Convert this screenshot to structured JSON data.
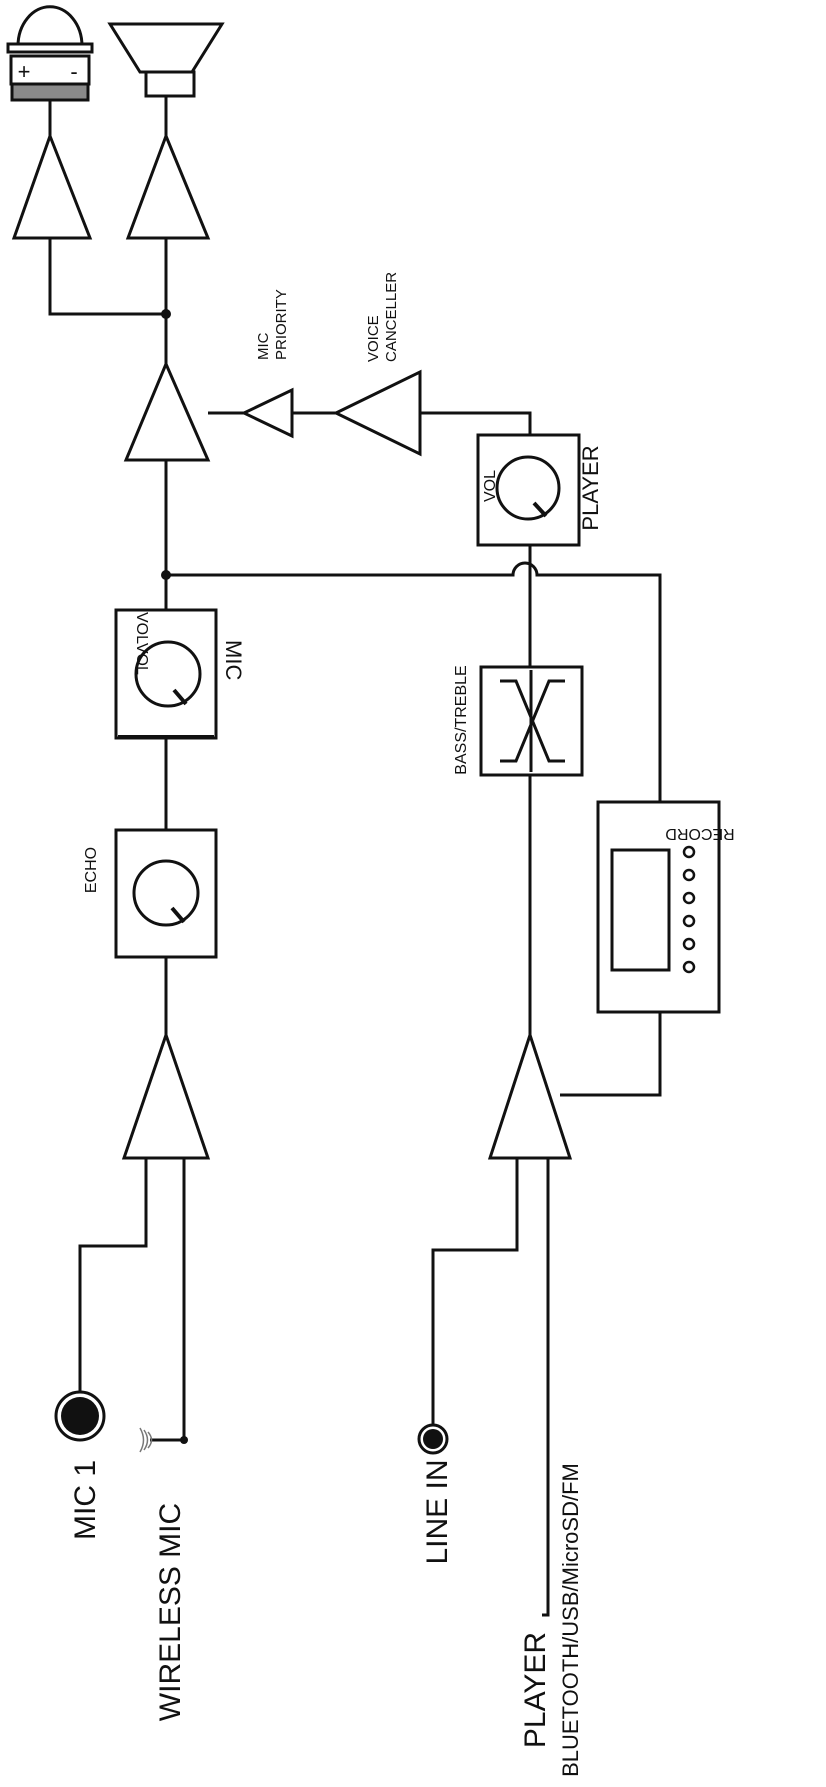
{
  "labels": {
    "mic1": "MIC 1",
    "wireless_mic": "WIRELESS MIC",
    "line_in": "LINE IN",
    "player_input": "PLAYER",
    "player_sources": "BLUETOOTH/USB/MicroSD/FM",
    "echo": "ECHO",
    "mic_vol": "VOLVOL",
    "mic": "MIC",
    "bass_treble": "BASS/TREBLE",
    "record": "RECORD",
    "player_vol": "VOL",
    "player": "PLAYER",
    "voice_canceller_1": "VOICE",
    "voice_canceller_2": "CANCELLER",
    "mic_priority_1": "MIC",
    "mic_priority_2": "PRIORITY",
    "battery_plus": "+",
    "battery_minus": "-"
  },
  "colors": {
    "line": "#111111",
    "background": "#ffffff",
    "battery_band": "#8a8a8a"
  }
}
